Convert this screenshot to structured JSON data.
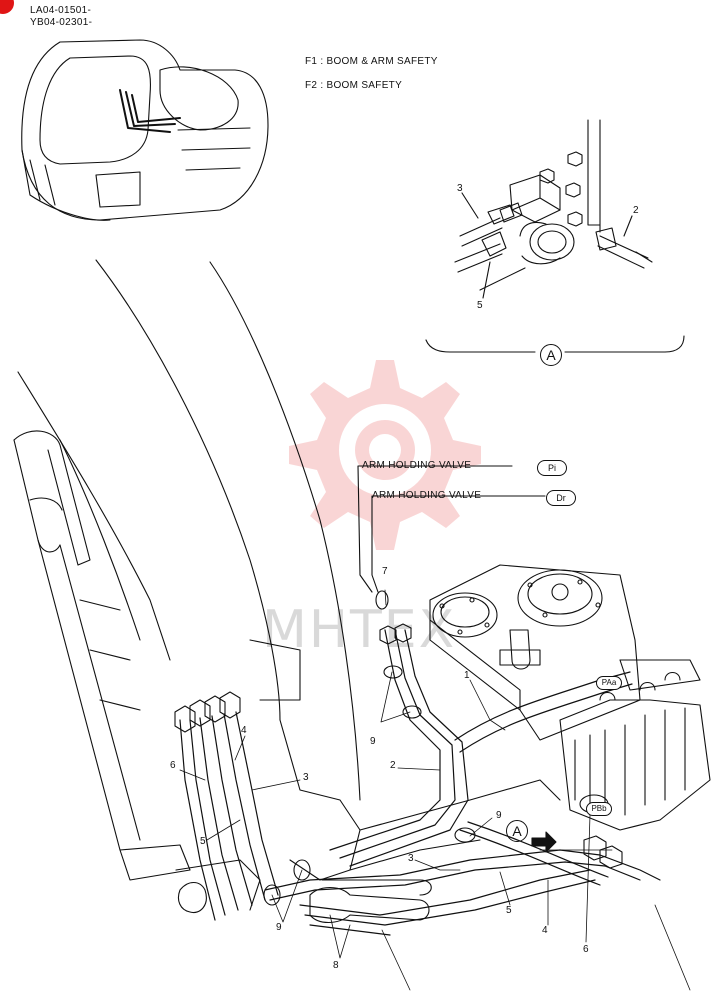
{
  "header": {
    "model_codes": [
      "LA04-01501-",
      "YB04-02301-"
    ]
  },
  "legend": {
    "f1": "F1 :  BOOM & ARM SAFETY",
    "f2": "F2 :  BOOM SAFETY"
  },
  "detail": {
    "label": "A",
    "callouts": {
      "c2": "2",
      "c3": "3",
      "c5": "5"
    }
  },
  "valves": {
    "pi_label": "ARM HOLDING VALVE",
    "pi_port": "Pi",
    "dr_label": "ARM HOLDING VALVE",
    "dr_port": "Dr"
  },
  "ports": {
    "paa": "PAa",
    "pbb": "PBb"
  },
  "view_arrow": {
    "label": "A"
  },
  "callouts": {
    "c1": "1",
    "c2": "2",
    "c3a": "3",
    "c3b": "3",
    "c4a": "4",
    "c4b": "4",
    "c5a": "5",
    "c5b": "5",
    "c6a": "6",
    "c6b": "6",
    "c7": "7",
    "c8": "8",
    "c9a": "9",
    "c9b": "9",
    "c9c": "9"
  },
  "watermark": {
    "text": "МНТЕХ",
    "color": "#f08a8a"
  }
}
